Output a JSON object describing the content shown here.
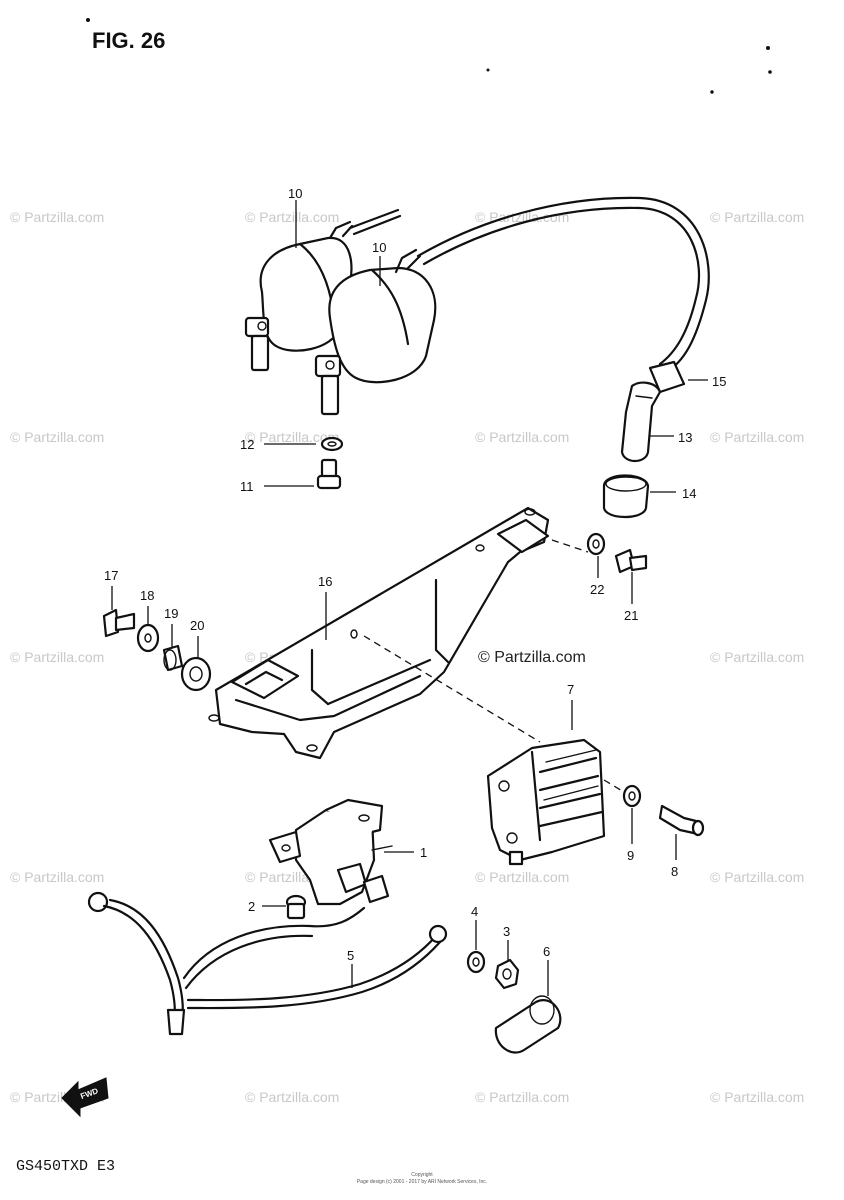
{
  "figure": {
    "title": "FIG. 26",
    "model": "GS450TXD E3",
    "fwd_label": "FWD"
  },
  "watermark": {
    "text": "© Partzilla.com"
  },
  "copyright": {
    "line1": "Copyright",
    "line2": "Page design (c) 2001 - 2017 by ARI Network Services, Inc."
  },
  "callouts": {
    "c1": "1",
    "c2": "2",
    "c3": "3",
    "c4": "4",
    "c5": "5",
    "c6": "6",
    "c7": "7",
    "c8": "8",
    "c9": "9",
    "c10a": "10",
    "c10b": "10",
    "c11": "11",
    "c12": "12",
    "c13": "13",
    "c14": "14",
    "c15": "15",
    "c16": "16",
    "c17": "17",
    "c18": "18",
    "c19": "19",
    "c20": "20",
    "c21": "21",
    "c22": "22"
  }
}
